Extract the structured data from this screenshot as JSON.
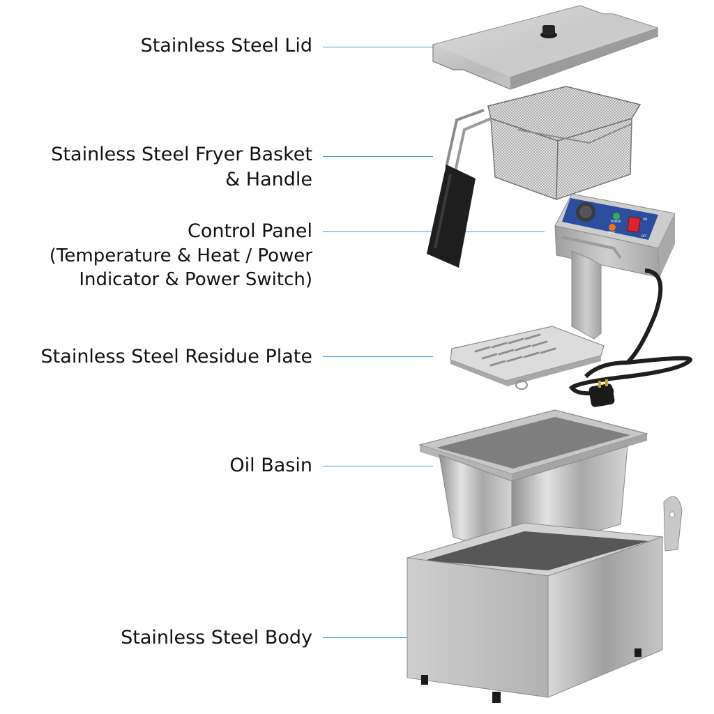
{
  "labels": {
    "lid": "Stainless Steel Lid",
    "basket_line1": "Stainless Steel Fryer Basket",
    "basket_line2": "& Handle",
    "control_panel": "Control Panel",
    "control_detail_line1": "(Temperature & Heat / Power",
    "control_detail_line2": "Indicator & Power Switch)",
    "residue_plate": "Stainless Steel Residue Plate",
    "oil_basin": "Oil Basin",
    "body": "Stainless Steel Body"
  },
  "panel_marks": {
    "power": "POWER",
    "heat": "HEAT",
    "on": "ON",
    "off": "OFF"
  },
  "colors": {
    "leader_line": "#3aa0d8",
    "panel_blue": "#2b4ea0",
    "indicator_green": "#2fb14a",
    "indicator_orange": "#f0721c",
    "switch_red": "#e0222a"
  }
}
